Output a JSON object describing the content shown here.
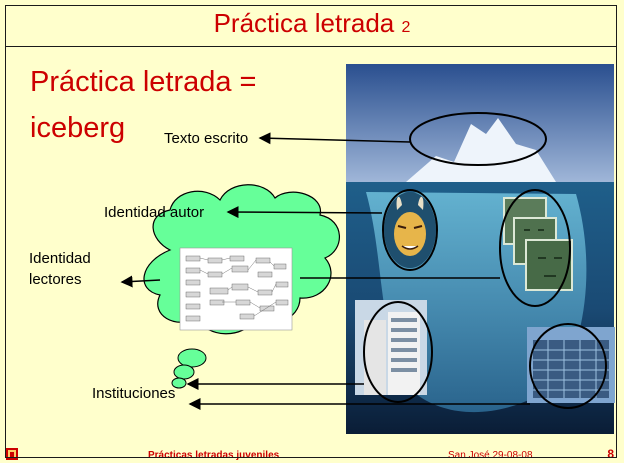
{
  "slide": {
    "title": "Práctica letrada",
    "title_number": "2",
    "heading_line1": "Práctica letrada =",
    "heading_line2": "iceberg"
  },
  "labels": {
    "texto": "Texto escrito",
    "autor": "Identidad autor",
    "lectores_1": "Identidad",
    "lectores_2": "lectores",
    "instituciones": "Instituciones"
  },
  "footer": {
    "title": "Prácticas letradas juveniles",
    "date": "San José 29-08-08",
    "page": "8"
  },
  "colors": {
    "accent": "#cc0000",
    "background": "#ffffcc",
    "cloud": "#66ff99"
  }
}
